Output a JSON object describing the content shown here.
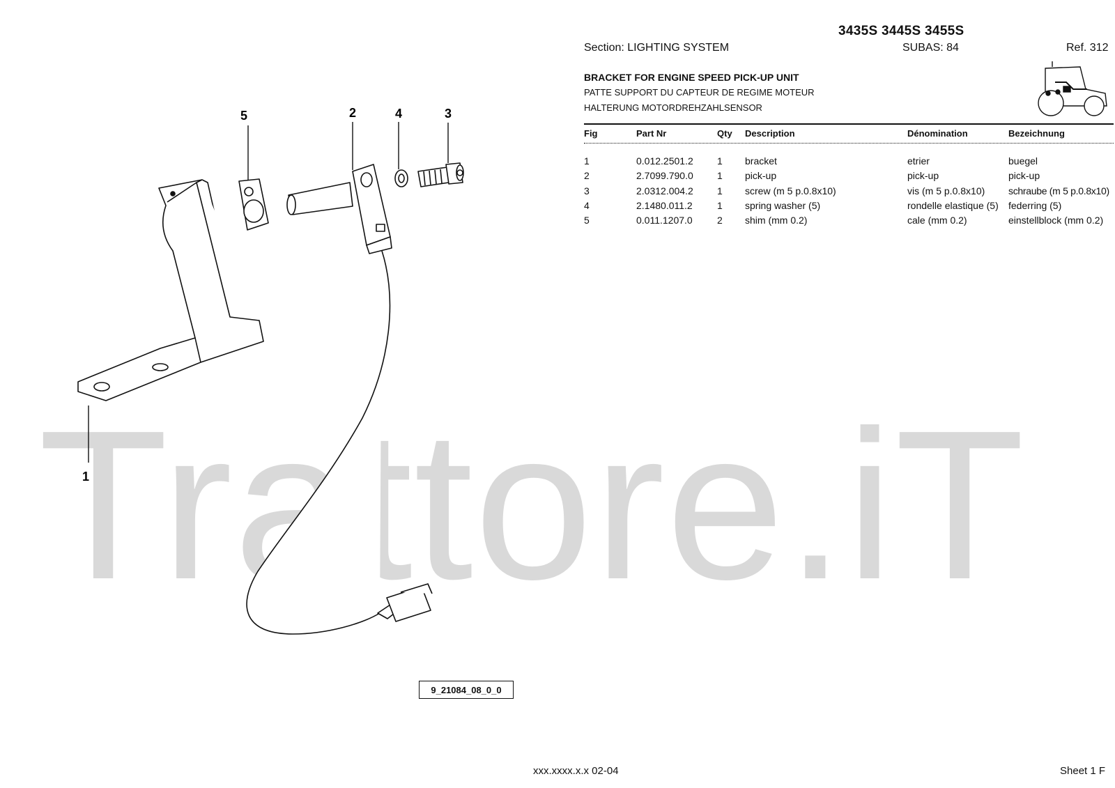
{
  "header": {
    "models": "3435S 3445S 3455S",
    "section": "Section: LIGHTING  SYSTEM",
    "subas": "SUBAS: 84",
    "ref": "Ref. 312",
    "title_en": "BRACKET FOR ENGINE SPEED PICK-UP UNIT",
    "title_fr": "PATTE SUPPORT DU CAPTEUR DE REGIME MOTEUR",
    "title_de": "HALTERUNG MOTORDREHZAHLSENSOR"
  },
  "table": {
    "headers": [
      "Fig",
      "Part Nr",
      "Qty",
      "Description",
      "Dénomination",
      "Bezeichnung"
    ],
    "rows": [
      {
        "fig": "1",
        "part": "0.012.2501.2",
        "qty": "1",
        "desc": "bracket",
        "denom": "etrier",
        "bez": "buegel"
      },
      {
        "fig": "2",
        "part": "2.7099.790.0",
        "qty": "1",
        "desc": "pick-up",
        "denom": "pick-up",
        "bez": "pick-up"
      },
      {
        "fig": "3",
        "part": "2.0312.004.2",
        "qty": "1",
        "desc": "screw (m 5 p.0.8x10)",
        "denom": "vis (m 5 p.0.8x10)",
        "bez": "schraube (m 5 p.0.8x10)"
      },
      {
        "fig": "4",
        "part": "2.1480.011.2",
        "qty": "1",
        "desc": "spring washer (5)",
        "denom": "rondelle elastique (5)",
        "bez": "federring (5)"
      },
      {
        "fig": "5",
        "part": "0.011.1207.0",
        "qty": "2",
        "desc": "shim (mm 0.2)",
        "denom": "cale (mm 0.2)",
        "bez": "einstellblock (mm 0.2)"
      }
    ]
  },
  "diagram": {
    "callouts": [
      "1",
      "2",
      "3",
      "4",
      "5"
    ],
    "drawing_code": "9_21084_08_0_0"
  },
  "watermark": "Trattore.iT",
  "footer": {
    "code": "xxx.xxxx.x.x  02-04",
    "sheet": "Sheet 1 F"
  }
}
